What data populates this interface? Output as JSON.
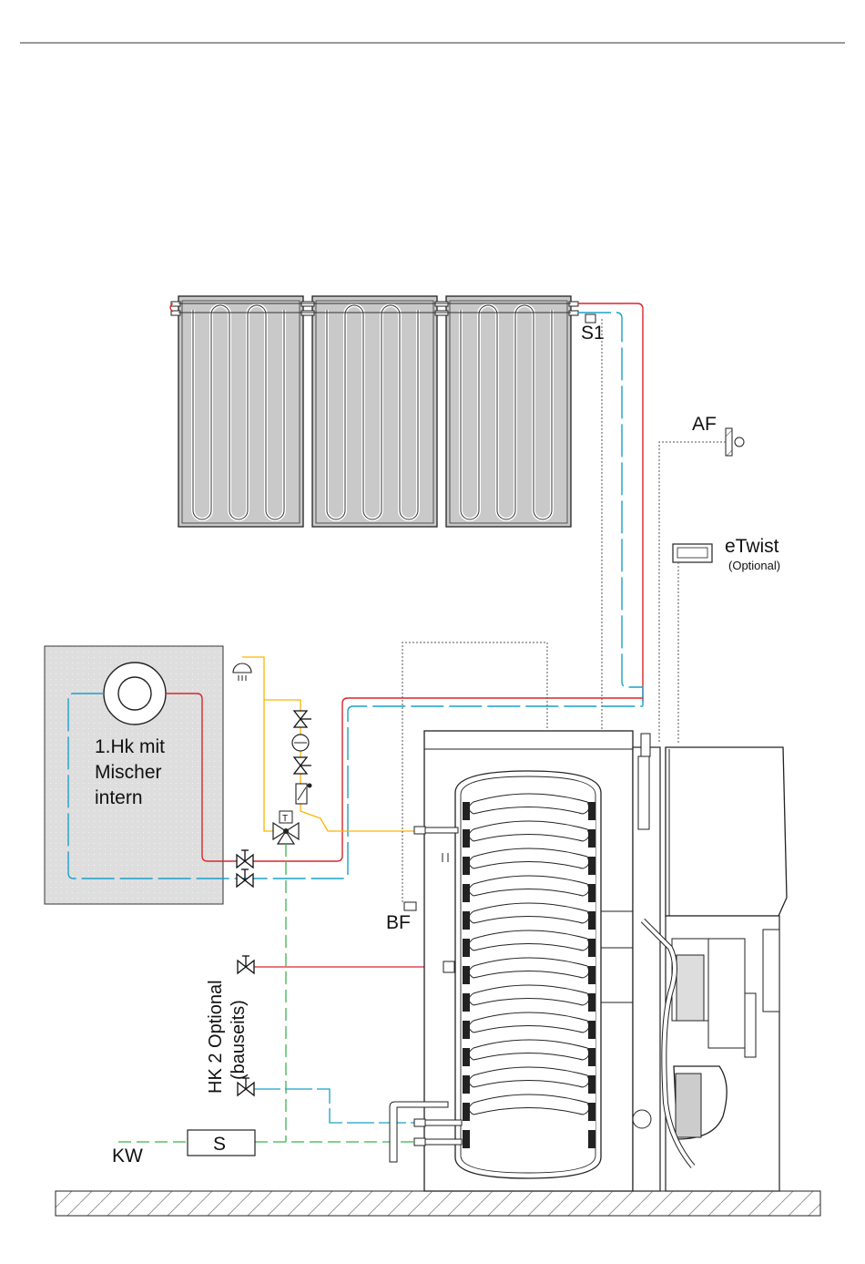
{
  "labels": {
    "s1": "S1",
    "af": "AF",
    "etwist": "eTwist",
    "etwist_note": "(Optional)",
    "heating_circuit_line1": "1.Hk mit",
    "heating_circuit_line2": "Mischer",
    "heating_circuit_line3": "intern",
    "bf": "BF",
    "hk2_line1": "HK 2 Optional",
    "hk2_line2": "(bauseits)",
    "kw": "KW",
    "softener": "S",
    "mixer_valve": "T"
  },
  "colors": {
    "hot_line": "#d8262b",
    "cold_line": "#1aa0c8",
    "sensor_line": "#ffb400",
    "water_line": "#39b54a",
    "collector_fill": "#c8c8c8",
    "room_fill": "#dcdcdc",
    "outline": "#111111"
  }
}
